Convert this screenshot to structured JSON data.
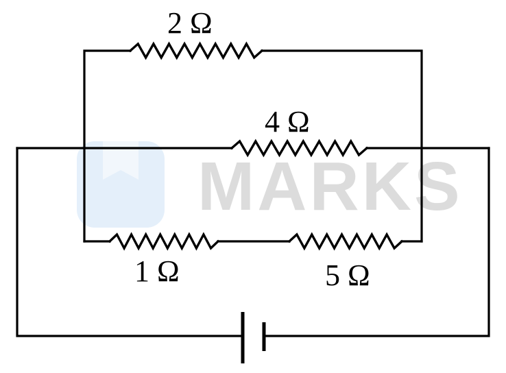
{
  "watermark": {
    "text": "MARKS",
    "logo_color": "#cfe3f7",
    "text_color": "#dcdcdc"
  },
  "resistors": [
    {
      "id": "r-top",
      "label": "2 Ω"
    },
    {
      "id": "r-middle",
      "label": "4 Ω"
    },
    {
      "id": "r-bottom-left",
      "label": "1 Ω"
    },
    {
      "id": "r-bottom-right",
      "label": "5 Ω"
    }
  ],
  "battery": {
    "symbol": "battery-cell-icon"
  }
}
